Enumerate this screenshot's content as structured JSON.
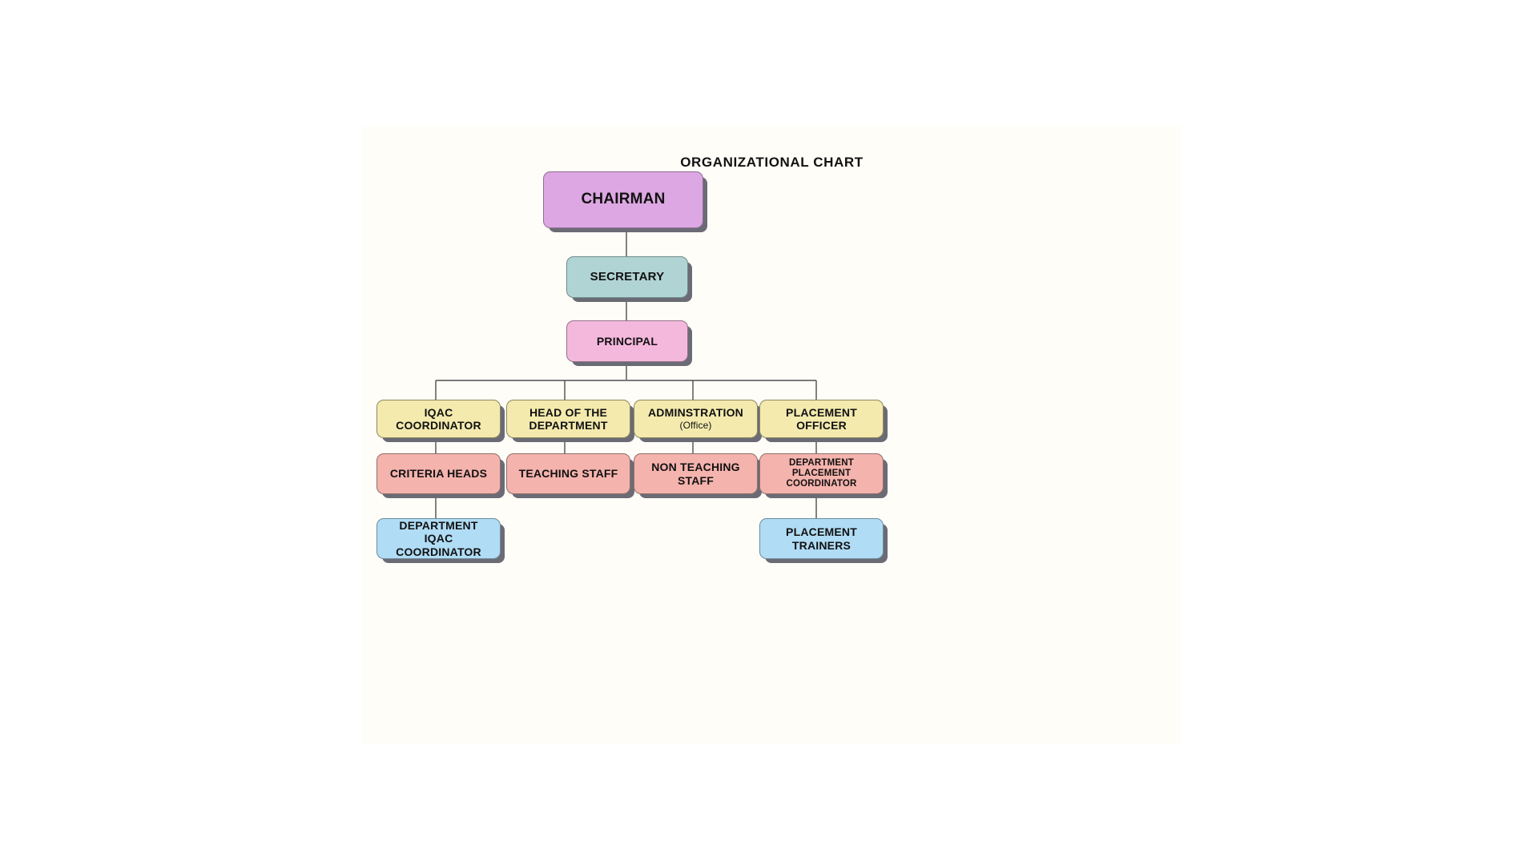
{
  "chart_data": {
    "type": "diagram",
    "diagram_type": "organizational-chart",
    "title": "ORGANIZATIONAL CHART",
    "background_color": "#fffdf7",
    "page_background": "#ffffff",
    "nodes": [
      {
        "id": "chairman",
        "label": "CHAIRMAN",
        "sublabel": "",
        "level": 0,
        "color": "#dda7e3",
        "color_name": "orchid"
      },
      {
        "id": "secretary",
        "label": "SECRETARY",
        "sublabel": "",
        "level": 1,
        "color": "#b0d4d3",
        "color_name": "teal"
      },
      {
        "id": "principal",
        "label": "PRINCIPAL",
        "sublabel": "",
        "level": 2,
        "color": "#f5b8dd",
        "color_name": "pink"
      },
      {
        "id": "iqac-coordinator",
        "label": "IQAC COORDINATOR",
        "sublabel": "",
        "level": 3,
        "color": "#f4eaae",
        "color_name": "yellow"
      },
      {
        "id": "head-of-department",
        "label": "HEAD OF THE DEPARTMENT",
        "sublabel": "",
        "level": 3,
        "color": "#f4eaae",
        "color_name": "yellow"
      },
      {
        "id": "administration",
        "label": "ADMINSTRATION",
        "sublabel": "(Office)",
        "level": 3,
        "color": "#f4eaae",
        "color_name": "yellow"
      },
      {
        "id": "placement-officer",
        "label": "PLACEMENT OFFICER",
        "sublabel": "",
        "level": 3,
        "color": "#f4eaae",
        "color_name": "yellow"
      },
      {
        "id": "criteria-heads",
        "label": "CRITERIA HEADS",
        "sublabel": "",
        "level": 4,
        "color": "#f5b3ad",
        "color_name": "salmon"
      },
      {
        "id": "teaching-staff",
        "label": "TEACHING STAFF",
        "sublabel": "",
        "level": 4,
        "color": "#f5b3ad",
        "color_name": "salmon"
      },
      {
        "id": "non-teaching-staff",
        "label": "NON TEACHING STAFF",
        "sublabel": "",
        "level": 4,
        "color": "#f5b3ad",
        "color_name": "salmon"
      },
      {
        "id": "department-placement-coordinator",
        "label": "DEPARTMENT PLACEMENT COORDINATOR",
        "sublabel": "",
        "level": 4,
        "color": "#f5b3ad",
        "color_name": "salmon"
      },
      {
        "id": "department-iqac-coordinator",
        "label": "DEPARTMENT IQAC COORDINATOR",
        "sublabel": "",
        "level": 5,
        "color": "#b0dcf5",
        "color_name": "light-blue"
      },
      {
        "id": "placement-trainers",
        "label": "PLACEMENT TRAINERS",
        "sublabel": "",
        "level": 5,
        "color": "#b0dcf5",
        "color_name": "light-blue"
      }
    ],
    "edges": [
      {
        "from": "chairman",
        "to": "secretary"
      },
      {
        "from": "secretary",
        "to": "principal"
      },
      {
        "from": "principal",
        "to": "iqac-coordinator"
      },
      {
        "from": "principal",
        "to": "head-of-department"
      },
      {
        "from": "principal",
        "to": "administration"
      },
      {
        "from": "principal",
        "to": "placement-officer"
      },
      {
        "from": "iqac-coordinator",
        "to": "criteria-heads"
      },
      {
        "from": "head-of-department",
        "to": "teaching-staff"
      },
      {
        "from": "administration",
        "to": "non-teaching-staff"
      },
      {
        "from": "placement-officer",
        "to": "department-placement-coordinator"
      },
      {
        "from": "criteria-heads",
        "to": "department-iqac-coordinator"
      },
      {
        "from": "department-placement-coordinator",
        "to": "placement-trainers"
      }
    ]
  }
}
